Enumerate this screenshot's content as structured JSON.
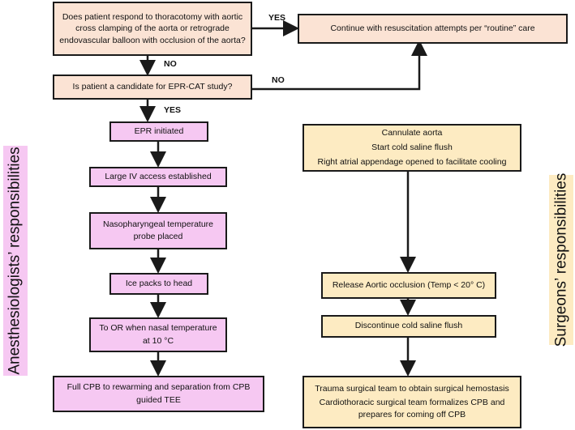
{
  "nodes": {
    "q1": "Does patient respond to thoracotomy with aortic cross clamping of the aorta or retrograde endovascular balloon with occlusion of the aorta?",
    "q2": "Is patient a candidate for EPR-CAT study?",
    "cont": "Continue with resuscitation attempts per “routine” care",
    "a1": "EPR initiated",
    "a2": "Large IV access established",
    "a3": "Nasopharyngeal temperature probe placed",
    "a4": "Ice packs to head",
    "a5": "To OR when nasal temperature at 10 °C",
    "a6": "Full CPB to rewarming and separation from CPB guided TEE",
    "s1_lines": [
      "Cannulate aorta",
      "Start cold saline flush",
      "Right atrial appendage opened to facilitate cooling"
    ],
    "s2": "Release Aortic occlusion (Temp < 20° C)",
    "s3": "Discontinue cold saline flush",
    "s4_lines": [
      "Trauma surgical team to obtain surgical hemostasis",
      "Cardiothoracic surgical team formalizes CPB and prepares for coming off CPB"
    ]
  },
  "edge_labels": {
    "yes1": "YES",
    "no1": "NO",
    "no2": "NO",
    "yes2": "YES"
  },
  "side_labels": {
    "anesthesiologists": "Anesthesiologists’ responsibilities",
    "surgeons": "Surgeons’ responsibilities"
  },
  "colors": {
    "decision_fill": "#fbe3d4",
    "anesthesiology_fill": "#f6c8f2",
    "surgery_fill": "#fdebc2",
    "line": "#1a1a1a"
  }
}
